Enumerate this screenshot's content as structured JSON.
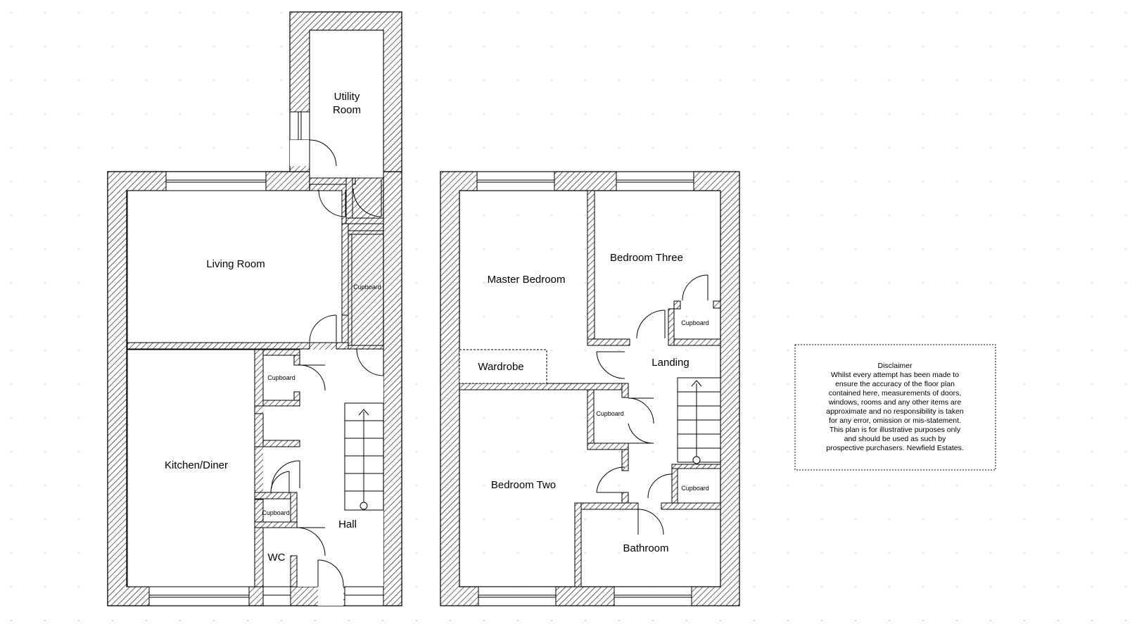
{
  "ground_floor": {
    "utility_room": [
      "Utility",
      "Room"
    ],
    "living_room": "Living Room",
    "kitchen_diner": "Kitchen/Diner",
    "hall": "Hall",
    "wc": "WC",
    "cupboard_tall": "Cupboard",
    "cupboard_kitchen": "Cupboard",
    "cupboard_wc": "Cupboard"
  },
  "first_floor": {
    "master_bedroom": "Master Bedroom",
    "bedroom_three": "Bedroom Three",
    "bedroom_two": "Bedroom Two",
    "landing": "Landing",
    "bathroom": "Bathroom",
    "wardrobe": "Wardrobe",
    "cupboard_bed3": "Cupboard",
    "cupboard_bed2": "Cupboard",
    "cupboard_landing": "Cupboard"
  },
  "disclaimer": {
    "title": "Disclaimer",
    "lines": [
      "Whilst every attempt has been made to",
      "ensure the accuracy of the floor plan",
      "contained here, measurements of doors,",
      "windows, rooms and any other items are",
      "approximate and no responsibility is taken",
      "for any error, omission or mis-statement.",
      "This plan is for illustrative purposes only",
      "and should be used as such by",
      "prospective purchasers. Newfield Estates."
    ]
  }
}
